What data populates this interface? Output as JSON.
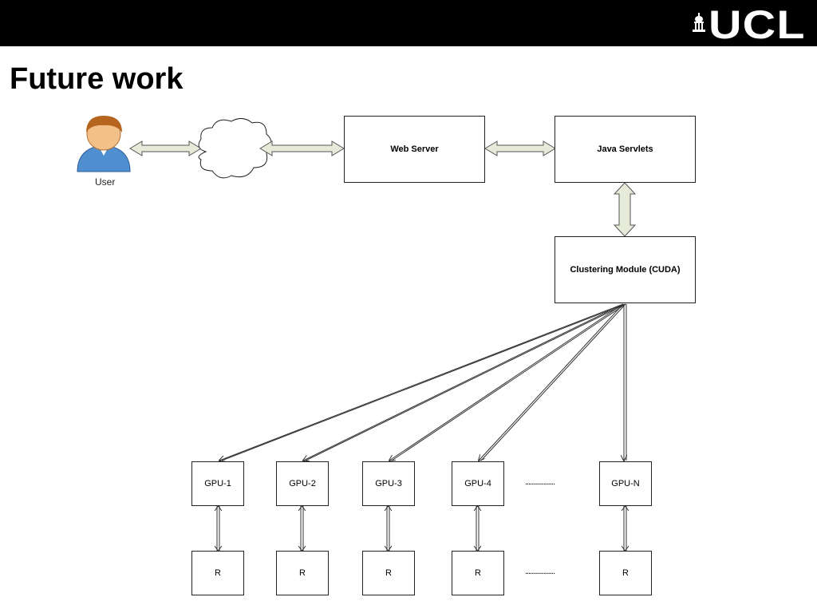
{
  "header": {
    "logo_text": "UCL",
    "logo_icon": "ucl-portico-icon"
  },
  "slide": {
    "title": "Future work"
  },
  "diagram": {
    "user_label": "User",
    "user_icon": "user-person-icon",
    "cloud_icon": "cloud-icon",
    "web_server": "Web Server",
    "java_servlets": "Java Servlets",
    "clustering": "Clustering Module (CUDA)",
    "gpus": [
      "GPU-1",
      "GPU-2",
      "GPU-3",
      "GPU-4",
      "GPU-N"
    ],
    "results": [
      "R",
      "R",
      "R",
      "R",
      "R"
    ],
    "ellipsis": ".................."
  },
  "colors": {
    "arrow_fill": "#e6ead8",
    "arrow_stroke": "#555555",
    "header_bg": "#000000",
    "user_shirt": "#4f8fd0",
    "user_hair": "#b5651d",
    "user_skin": "#f4c08a"
  }
}
